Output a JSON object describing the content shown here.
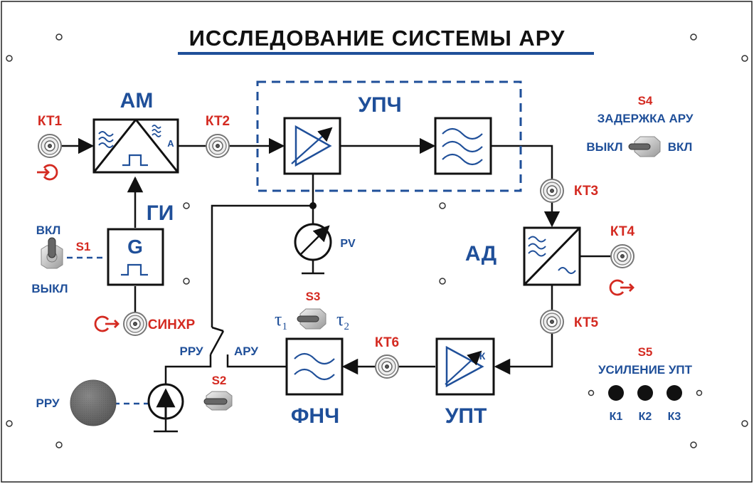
{
  "title": "ИССЛЕДОВАНИЕ  СИСТЕМЫ  АРУ",
  "colors": {
    "title": "#111111",
    "title_underline": "#1f4f99",
    "blue": "#1f4f99",
    "red": "#d42a21",
    "line": "#111111"
  },
  "blocks": {
    "am": "АМ",
    "am_a": "А",
    "gi": "ГИ",
    "g": "G",
    "upch": "УПЧ",
    "ad": "АД",
    "fnch": "ФНЧ",
    "upt": "УПТ",
    "upt_k": "К",
    "pv": "PV"
  },
  "testpoints": {
    "kt1": "КТ1",
    "kt2": "КТ2",
    "kt3": "КТ3",
    "kt4": "КТ4",
    "kt5": "КТ5",
    "kt6": "КТ6",
    "sync": "СИНХР"
  },
  "switches": {
    "s1": {
      "name": "S1",
      "on": "ВКЛ",
      "off": "ВЫКЛ"
    },
    "s2": {
      "name": "S2",
      "left": "РРУ",
      "right": "АРУ"
    },
    "s3": {
      "name": "S3",
      "left": "τ",
      "left_sub": "1",
      "right": "τ",
      "right_sub": "2"
    },
    "s4": {
      "name": "S4",
      "caption": "ЗАДЕРЖКА АРУ",
      "off": "ВЫКЛ",
      "on": "ВКЛ"
    },
    "s5": {
      "name": "S5",
      "caption": "УСИЛЕНИЕ  УПТ",
      "buttons": [
        "К1",
        "К2",
        "К3"
      ]
    }
  },
  "rru_knob": "РРУ"
}
